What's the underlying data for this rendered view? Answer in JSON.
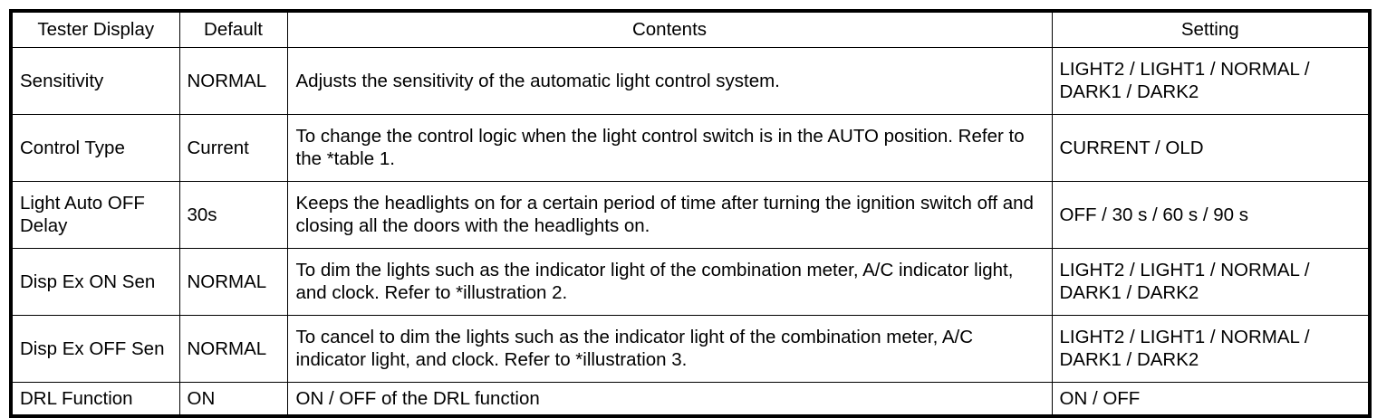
{
  "table": {
    "headers": {
      "display": "Tester Display",
      "default": "Default",
      "contents": "Contents",
      "setting": "Setting"
    },
    "rows": [
      {
        "display": "Sensitivity",
        "default": "NORMAL",
        "contents": "Adjusts the sensitivity of the automatic light control system.",
        "setting": "LIGHT2 / LIGHT1 / NORMAL / DARK1 / DARK2"
      },
      {
        "display": "Control Type",
        "default": "Current",
        "contents": "To change the control logic when the light control switch is in the AUTO position. Refer to the *table 1.",
        "setting": "CURRENT / OLD"
      },
      {
        "display": "Light Auto OFF Delay",
        "default": "30s",
        "contents": "Keeps the headlights on for a certain period of time after turning the ignition switch off and closing all the doors with the headlights on.",
        "setting": "OFF / 30 s / 60 s / 90 s"
      },
      {
        "display": "Disp Ex ON Sen",
        "default": "NORMAL",
        "contents": "To dim the lights such as the indicator light of the combination meter, A/C indicator light, and clock. Refer to *illustration 2.",
        "setting": "LIGHT2 / LIGHT1 / NORMAL / DARK1 / DARK2"
      },
      {
        "display": "Disp Ex OFF Sen",
        "default": "NORMAL",
        "contents": "To cancel to dim the lights such as the indicator light of the combination meter, A/C indicator light, and clock. Refer to *illustration 3.",
        "setting": "LIGHT2 / LIGHT1 / NORMAL / DARK1 / DARK2"
      },
      {
        "display": "DRL Function",
        "default": "ON",
        "contents": "ON / OFF of the DRL function",
        "setting": "ON / OFF"
      }
    ]
  },
  "colors": {
    "border": "#000000",
    "background": "#ffffff",
    "text": "#000000"
  }
}
